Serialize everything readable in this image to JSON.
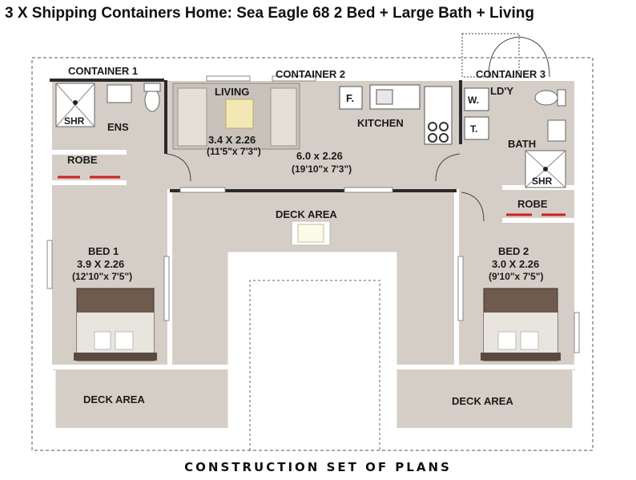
{
  "title": "3 X Shipping Containers Home: Sea Eagle 68    2 Bed + Large Bath + Living",
  "footer": "CONSTRUCTION SET OF PLANS",
  "colors": {
    "floor": "#d5cec7",
    "wall": "#ffffff",
    "dark_wall": "#2a2a2a",
    "robe_accent": "#cc2222",
    "text": "#1a1a1a"
  },
  "labels": {
    "container_1": "CONTAINER 1",
    "container_2": "CONTAINER 2",
    "container_3": "CONTAINER 3",
    "shr_left": "SHR",
    "ens": "ENS",
    "robe_left": "ROBE",
    "living": "LIVING",
    "living_dims_m": "3.4  X 2.26",
    "living_dims_ft": "(11'5\"x 7'3\")",
    "container2_dims_m": "6.0 x 2.26",
    "container2_dims_ft": "(19'10\"x 7'3\")",
    "fridge": "F.",
    "kitchen": "KITCHEN",
    "laundry": "LD'Y",
    "washer": "W.",
    "toilet_t": "T.",
    "bath": "BATH",
    "shr_right": "SHR",
    "robe_right": "ROBE",
    "deck_center": "DECK AREA",
    "bed1": "BED 1",
    "bed1_dims_m": "3.9  X 2.26",
    "bed1_dims_ft": "(12'10\"x 7'5\")",
    "bed2": "BED 2",
    "bed2_dims_m": "3.0  X 2.26",
    "bed2_dims_ft": "(9'10\"x 7'5\")",
    "deck_left": "DECK AREA",
    "deck_right": "DECK AREA"
  }
}
